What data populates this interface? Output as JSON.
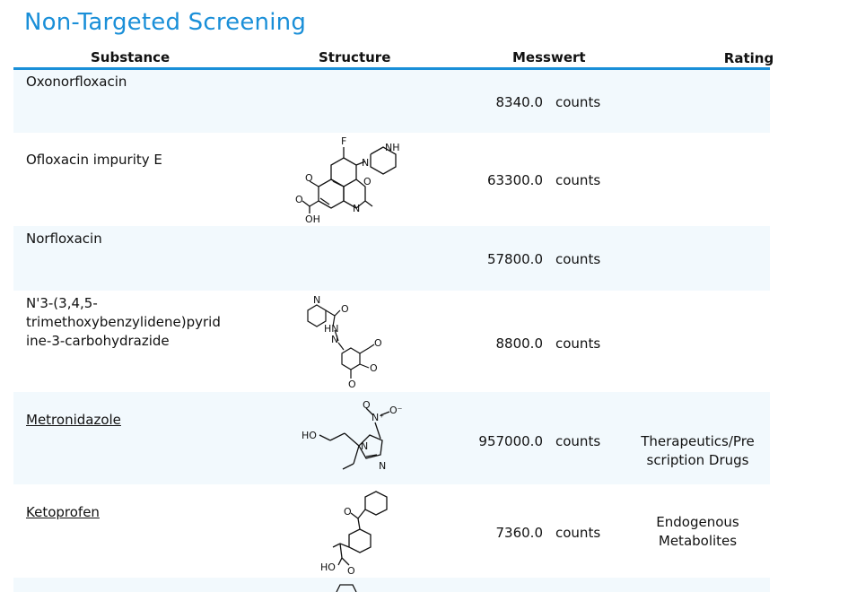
{
  "page": {
    "title": "Non-Targeted Screening"
  },
  "table": {
    "columns": {
      "substance": "Substance",
      "structure": "Structure",
      "messwert": "Messwert",
      "rating": "Rating"
    },
    "rows": [
      {
        "name": "Oxonorfloxacin",
        "value": "8340.0",
        "unit": "counts",
        "rating": "",
        "structure": "none"
      },
      {
        "name": "Ofloxacin impurity E",
        "value": "63300.0",
        "unit": "counts",
        "rating": "",
        "structure": "ofloxacin-impurity-e"
      },
      {
        "name": "Norfloxacin",
        "value": "57800.0",
        "unit": "counts",
        "rating": "",
        "structure": "none"
      },
      {
        "name": "N'3-(3,4,5-trimethoxybenzylidene)pyridine-3-carbohydrazide",
        "name_lines": [
          "N'3-(3,4,5-",
          "trimethoxybenzylidene)pyrid",
          "ine-3-carbohydrazide"
        ],
        "value": "8800.0",
        "unit": "counts",
        "rating": "",
        "structure": "trimethoxybenzylidene-carbohydrazide"
      },
      {
        "name": "Metronidazole",
        "value": "957000.0",
        "unit": "counts",
        "rating_lines": [
          "Therapeutics/Pre",
          "scription Drugs"
        ],
        "structure": "metronidazole",
        "link": true
      },
      {
        "name": "Ketoprofen",
        "value": "7360.0",
        "unit": "counts",
        "rating_lines": [
          "Endogenous",
          "Metabolites"
        ],
        "structure": "ketoprofen",
        "link": true
      }
    ],
    "structure_labels": {
      "ofloxacin": {
        "f": "F",
        "nh": "NH",
        "n1": "N",
        "n2": "N",
        "o_ring": "O",
        "o_keto": "O",
        "o_acid": "O",
        "oh": "OH"
      },
      "hydrazide": {
        "n_py": "N",
        "o": "O",
        "hn": "HN",
        "n": "N",
        "o1": "O",
        "o2": "O",
        "o3": "O"
      },
      "metronidazole": {
        "o": "O",
        "n_plus": "N⁺",
        "o_minus": "O⁻",
        "ho": "HO",
        "n1": "N",
        "n2": "N"
      },
      "ketoprofen": {
        "o_keto": "O",
        "ho": "HO",
        "o_acid": "O"
      }
    }
  }
}
